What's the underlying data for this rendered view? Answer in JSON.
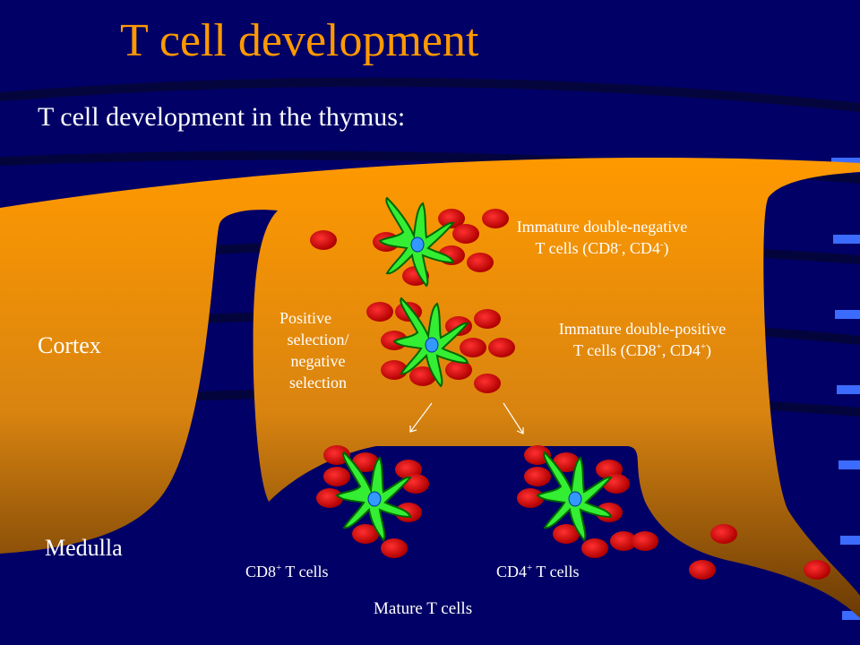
{
  "slide": {
    "title": "T cell development",
    "subtitle": "T cell development  in the thymus:"
  },
  "regions": {
    "cortex": "Cortex",
    "medulla": "Medulla"
  },
  "labels": {
    "double_negative": {
      "line1": "Immature double-negative",
      "line2_prefix": "T cells (CD8",
      "sup1": "-",
      "mid": ", CD4",
      "sup2": "-",
      "suffix": ")"
    },
    "double_positive": {
      "line1": "Immature double-positive",
      "line2_prefix": "T cells (CD8",
      "sup1": "+",
      "mid": ", CD4",
      "sup2": "+",
      "suffix": ")"
    },
    "selection": {
      "line1": "Positive",
      "line2": "selection/",
      "line3": "negative",
      "line4": "selection"
    },
    "cd8": {
      "prefix": "CD8",
      "sup": "+",
      "suffix": " T cells"
    },
    "cd4": {
      "prefix": "CD4",
      "sup": "+",
      "suffix": " T cells"
    },
    "mature": "Mature T cells"
  },
  "colors": {
    "background": "#000066",
    "title": "#ff9900",
    "thymus_tissue": "#ff9900",
    "thymocyte": "#e00000",
    "epithelial_cell": "#33ee33",
    "nucleus": "#3399ff"
  }
}
